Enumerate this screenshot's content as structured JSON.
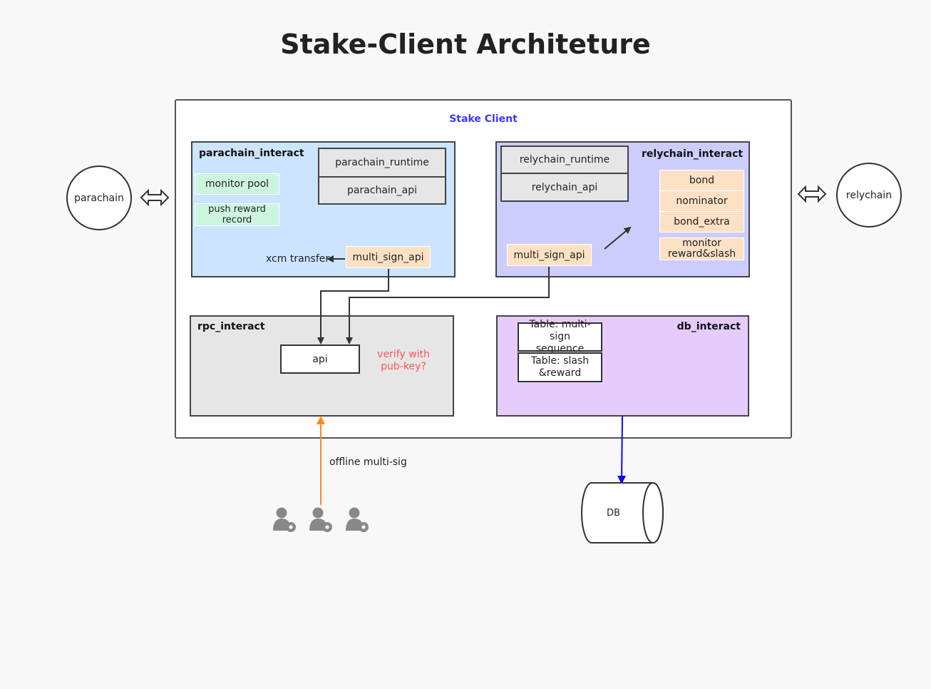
{
  "title": "Stake-Client Architeture",
  "stake_client": {
    "label": "Stake Client"
  },
  "parachain_node": {
    "label": "parachain"
  },
  "relychain_node": {
    "label": "relychain"
  },
  "parachain_interact": {
    "title": "parachain_interact",
    "monitor_pool": "monitor pool",
    "push_reward_record": "push reward record",
    "runtime": "parachain_runtime",
    "api": "parachain_api",
    "multi_sign_api": "multi_sign_api",
    "xcm_transfer": "xcm transfer"
  },
  "relychain_interact": {
    "title": "relychain_interact",
    "runtime": "relychain_runtime",
    "api": "relychain_api",
    "multi_sign_api": "multi_sign_api",
    "bond": "bond",
    "nominator": "nominator",
    "bond_extra": "bond_extra",
    "monitor_reward_slash": "monitor reward&slash"
  },
  "rpc_interact": {
    "title": "rpc_interact",
    "api": "api",
    "verify_note": "verify with pub-key?"
  },
  "db_interact": {
    "title": "db_interact",
    "table_multisign": "Table: multi-sign sequence",
    "table_slash": "Table: slash &reward"
  },
  "db_node": {
    "label": "DB"
  },
  "offline_multisig": "offline multi-sig",
  "icons": [
    "user-settings-icon",
    "user-settings-icon",
    "user-settings-icon"
  ],
  "colors": {
    "accent_label": "#3a3aff",
    "parachain_panel": "#cce4fd",
    "relychain_panel": "#cccdfd",
    "rpc_panel": "#e6e6e6",
    "db_panel": "#e5ccfd",
    "offline_arrow": "#ff8c1a",
    "db_arrow": "#0a0aff",
    "note_red": "#ff5555"
  }
}
